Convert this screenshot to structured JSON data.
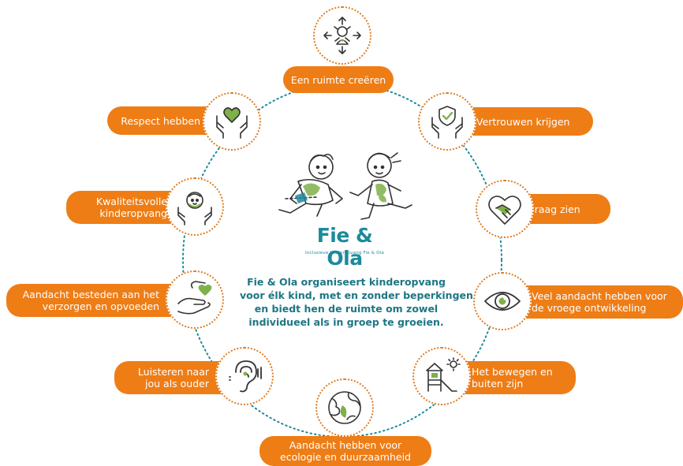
{
  "colors": {
    "accent": "#ee7d16",
    "ring": "#1d8a9c",
    "icon": "#333333",
    "icon_fill": "#7fb04a"
  },
  "logo": {
    "title": "Fie & Ola",
    "subtitle": "Inclusieve kinderopvang Fie & Ola"
  },
  "mission": {
    "lines": [
      "Fie & Ola organiseert kinderopvang",
      "voor élk kind, met en zonder beperkingen",
      "en biedt hen de ruimte om zowel",
      "individueel als in groep te groeien."
    ]
  },
  "items": [
    {
      "icon": "arrows-child-icon",
      "lines": [
        "Een ruimte creëren"
      ]
    },
    {
      "icon": "shield-hands-icon",
      "lines": [
        "Vertrouwen krijgen"
      ]
    },
    {
      "icon": "heart-handshake-icon",
      "lines": [
        "Graag zien"
      ]
    },
    {
      "icon": "eye-icon",
      "lines": [
        "Veel aandacht hebben voor",
        "de vroege ontwikkeling"
      ]
    },
    {
      "icon": "playground-icon",
      "lines": [
        "Het bewegen en",
        "buiten zijn"
      ]
    },
    {
      "icon": "earth-leaf-icon",
      "lines": [
        "Aandacht hebben voor",
        "ecologie en duurzaamheid"
      ]
    },
    {
      "icon": "ear-icon",
      "lines": [
        "Luisteren naar",
        "jou als ouder"
      ]
    },
    {
      "icon": "hand-heart-icon",
      "lines": [
        "Aandacht besteden aan het",
        "verzorgen en opvoeden"
      ]
    },
    {
      "icon": "child-hands-icon",
      "lines": [
        "Kwaliteitsvolle",
        "kinderopvang"
      ]
    },
    {
      "icon": "heart-hands-icon",
      "lines": [
        "Respect hebben"
      ]
    }
  ]
}
